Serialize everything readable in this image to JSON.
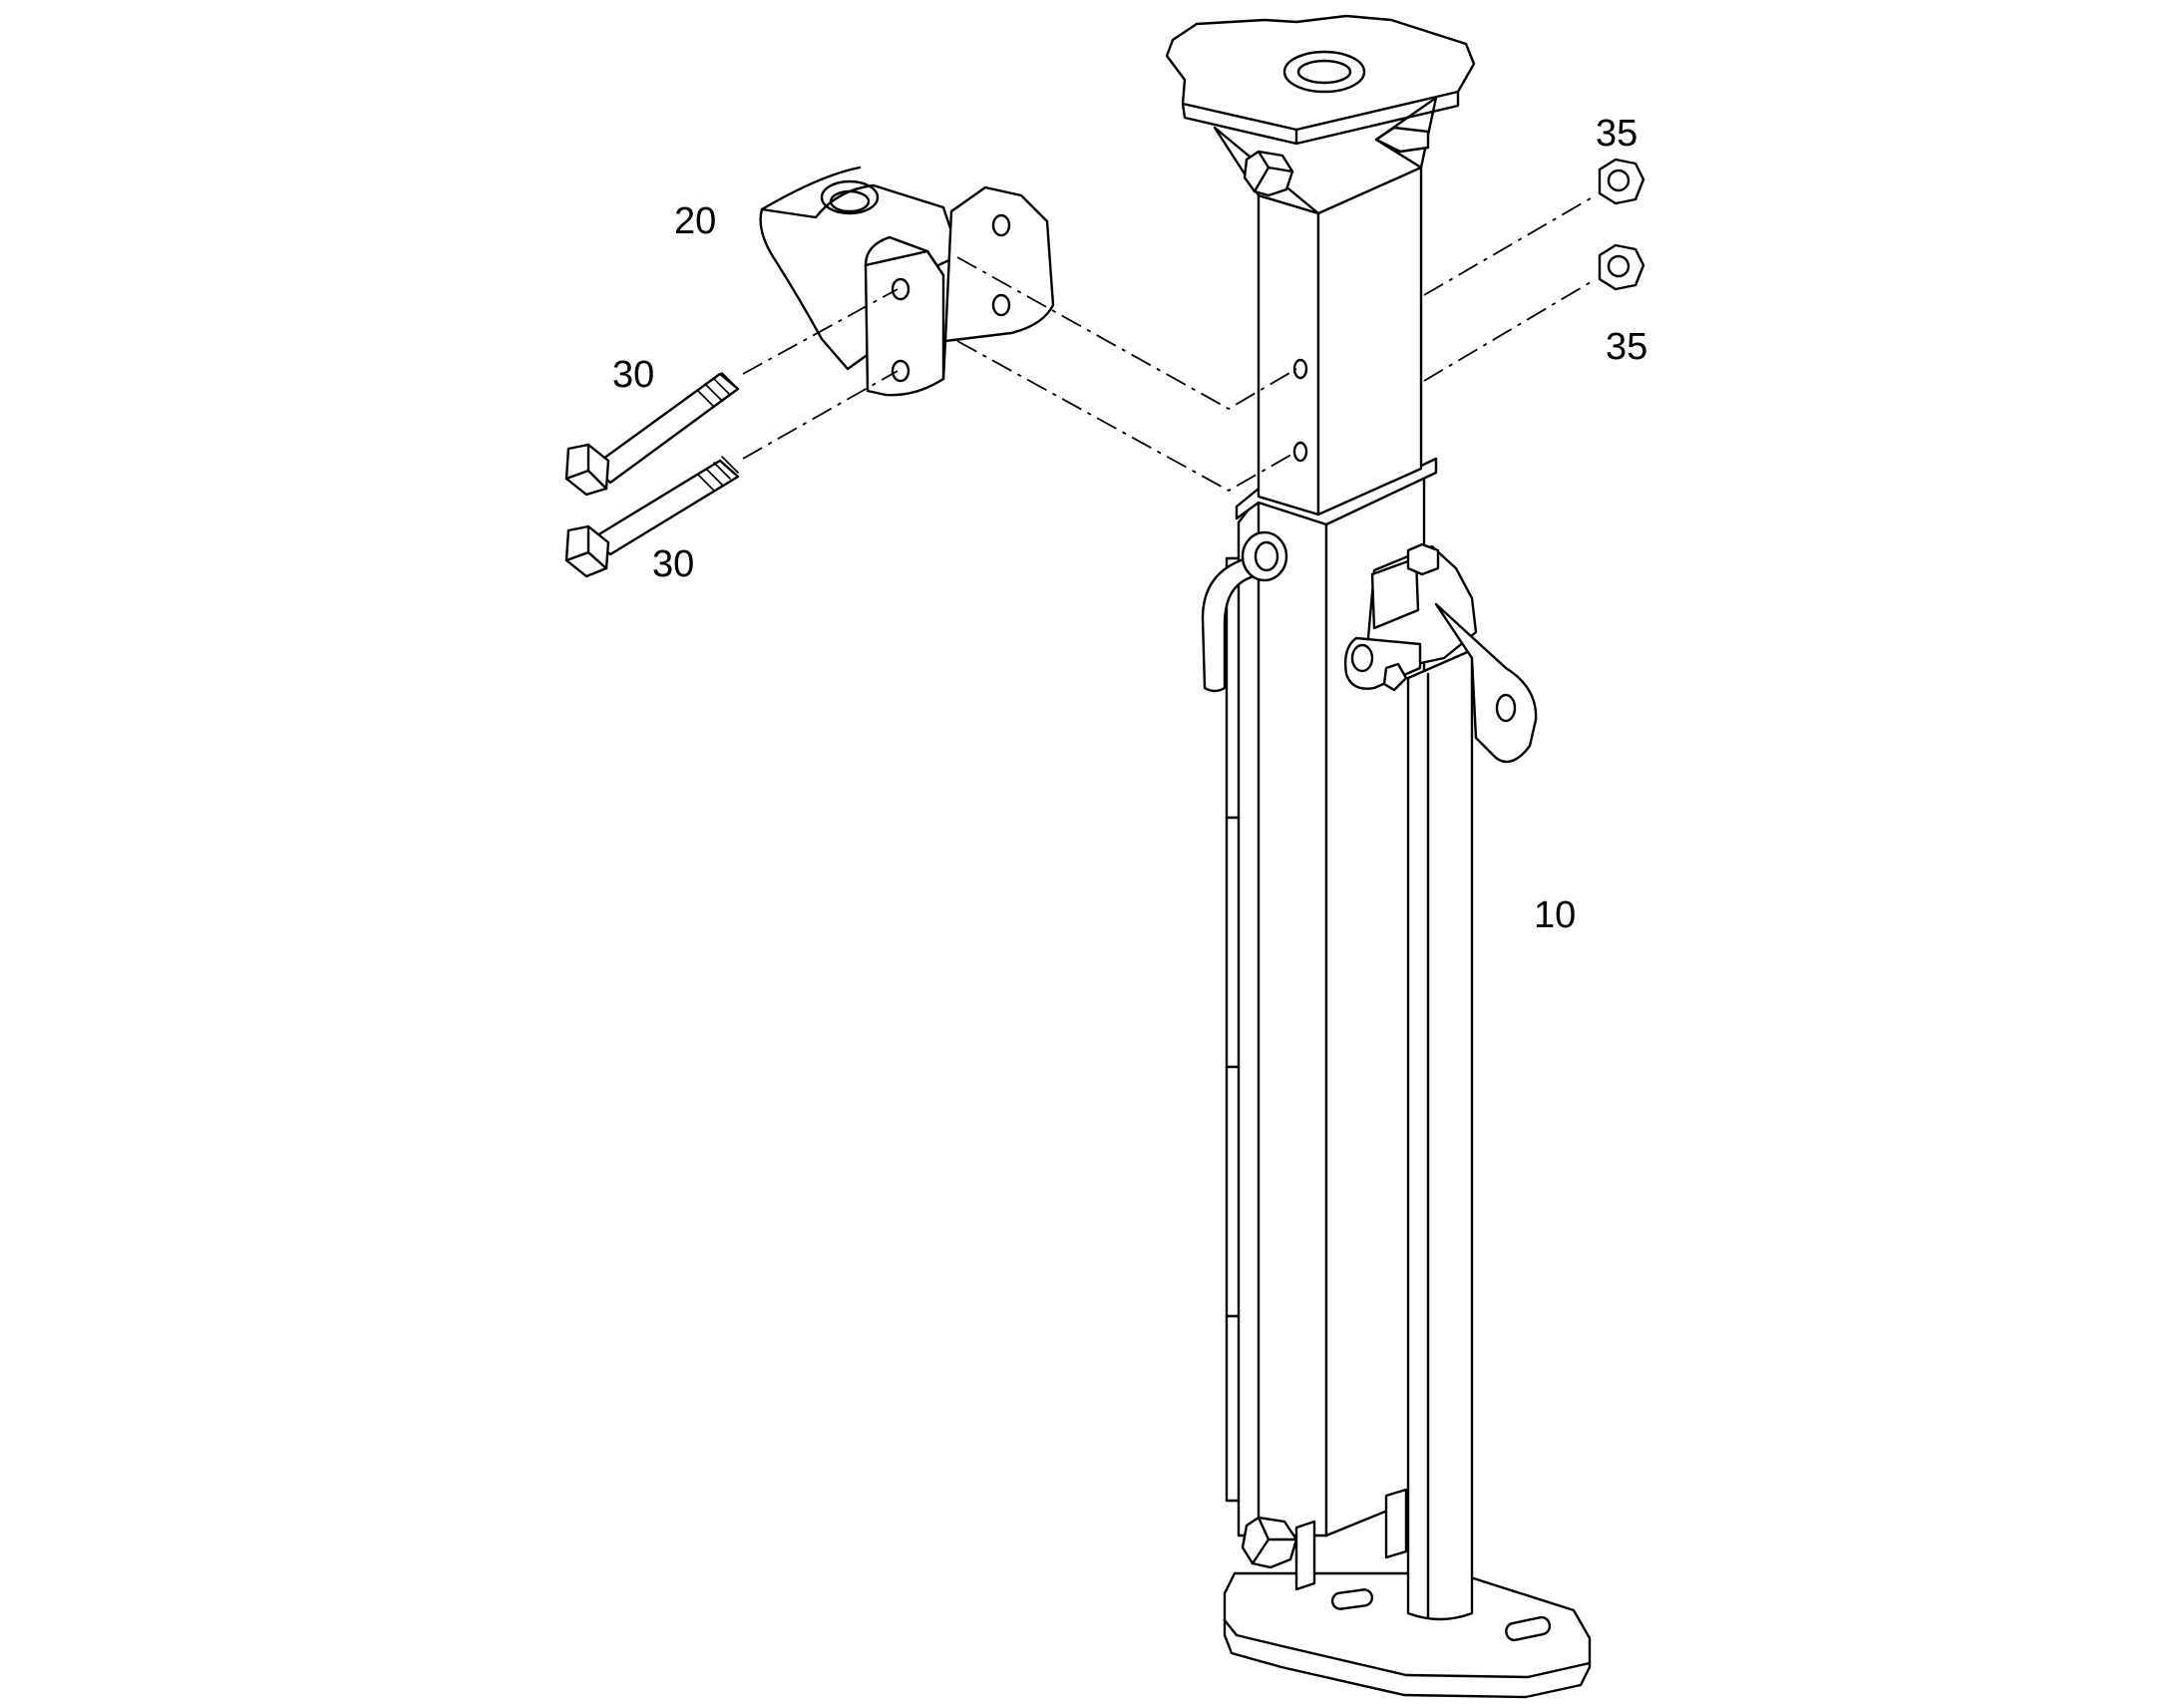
{
  "callouts": {
    "support_leg": "10",
    "bracket": "20",
    "bolt_upper": "30",
    "bolt_lower": "30",
    "nut_upper": "35",
    "nut_lower": "35"
  },
  "colors": {
    "line": "#000000",
    "background": "#ffffff"
  }
}
